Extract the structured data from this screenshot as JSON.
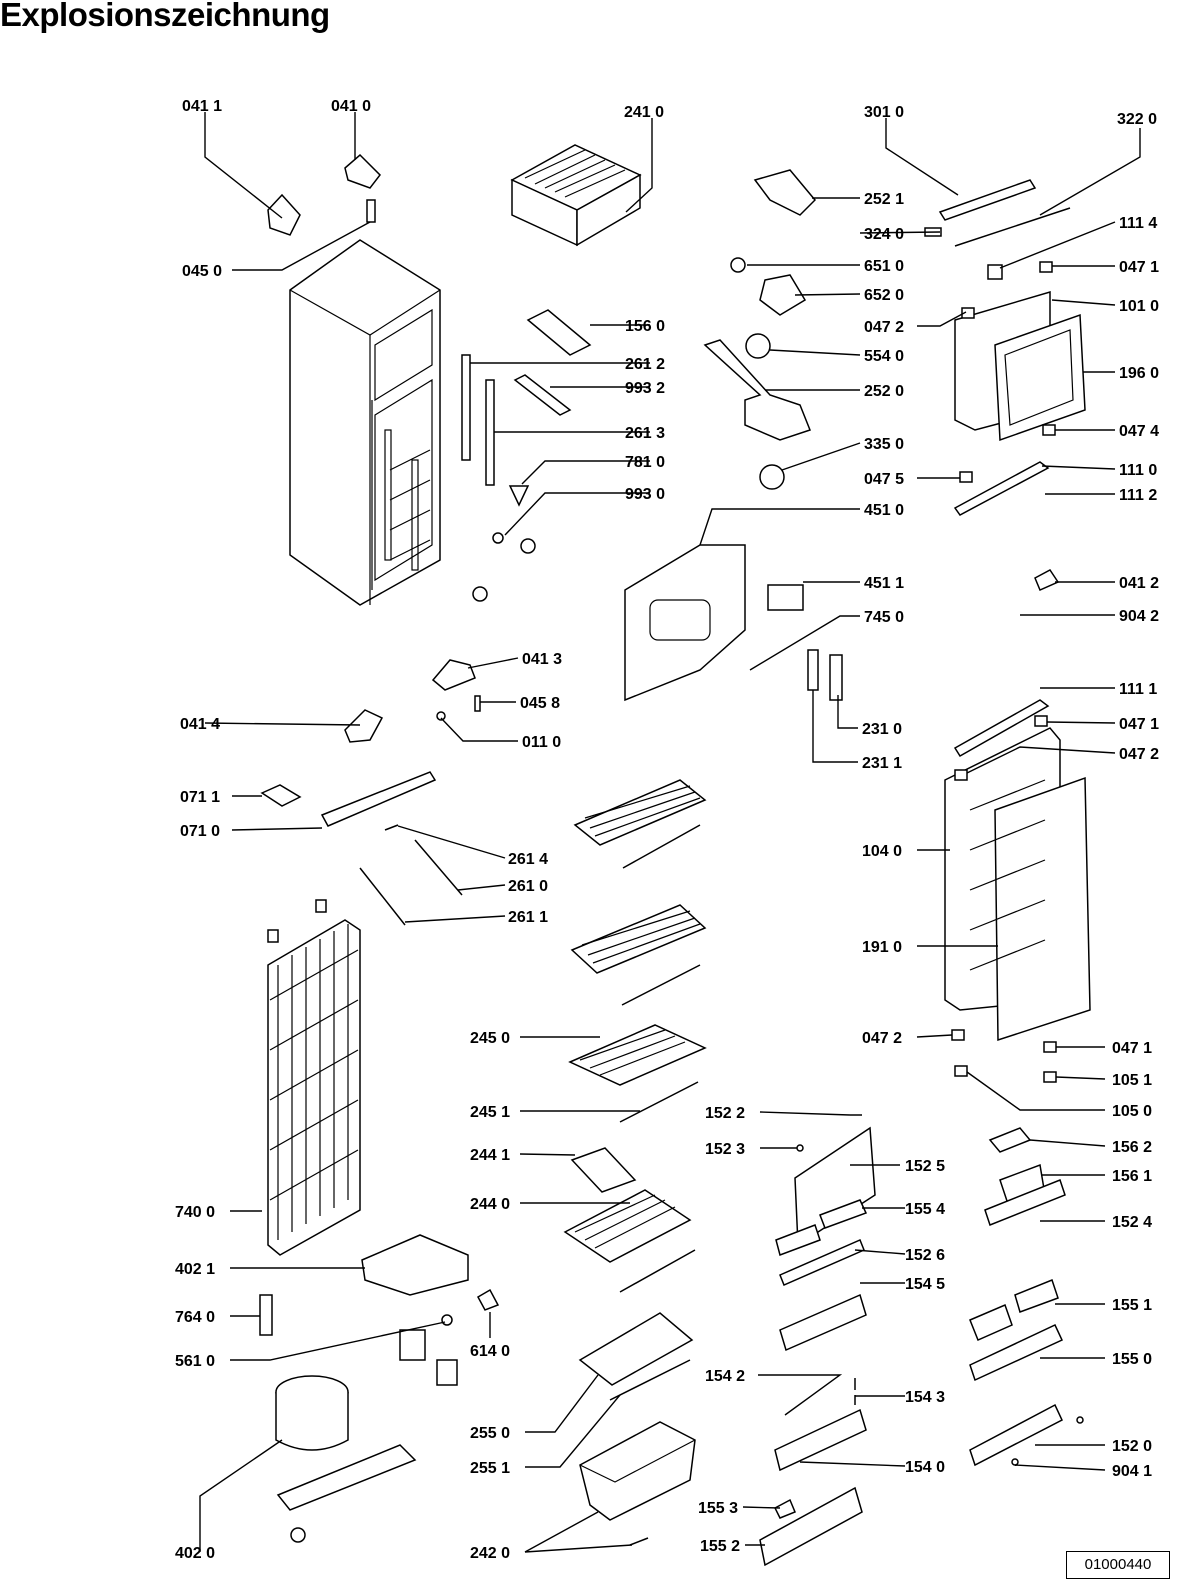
{
  "title": "Explosionszeichnung",
  "reference_number": "01000440",
  "parts": [
    {
      "id": "p0411",
      "label": "041 1"
    },
    {
      "id": "p0410",
      "label": "041 0"
    },
    {
      "id": "p2410",
      "label": "241 0"
    },
    {
      "id": "p3010",
      "label": "301 0"
    },
    {
      "id": "p3220",
      "label": "322 0"
    },
    {
      "id": "p2521",
      "label": "252 1"
    },
    {
      "id": "p3240",
      "label": "324 0"
    },
    {
      "id": "p1114",
      "label": "111 4"
    },
    {
      "id": "p0450",
      "label": "045 0"
    },
    {
      "id": "p6510",
      "label": "651 0"
    },
    {
      "id": "p0471a",
      "label": "047 1"
    },
    {
      "id": "p6520",
      "label": "652 0"
    },
    {
      "id": "p0472a",
      "label": "047 2"
    },
    {
      "id": "p1010",
      "label": "101 0"
    },
    {
      "id": "p1560",
      "label": "156 0"
    },
    {
      "id": "p5540",
      "label": "554 0"
    },
    {
      "id": "p2612",
      "label": "261 2"
    },
    {
      "id": "p2520",
      "label": "252 0"
    },
    {
      "id": "p1960",
      "label": "196 0"
    },
    {
      "id": "p9932",
      "label": "993 2"
    },
    {
      "id": "p2613",
      "label": "261 3"
    },
    {
      "id": "p0474",
      "label": "047 4"
    },
    {
      "id": "p3350",
      "label": "335 0"
    },
    {
      "id": "p7810",
      "label": "781 0"
    },
    {
      "id": "p0475",
      "label": "047 5"
    },
    {
      "id": "p1110",
      "label": "111 0"
    },
    {
      "id": "p9930",
      "label": "993 0"
    },
    {
      "id": "p1112",
      "label": "111 2"
    },
    {
      "id": "p4510",
      "label": "451 0"
    },
    {
      "id": "p4511",
      "label": "451 1"
    },
    {
      "id": "p0412",
      "label": "041 2"
    },
    {
      "id": "p7450",
      "label": "745 0"
    },
    {
      "id": "p9042",
      "label": "904 2"
    },
    {
      "id": "p0413",
      "label": "041 3"
    },
    {
      "id": "p1111",
      "label": "111 1"
    },
    {
      "id": "p0458",
      "label": "045 8"
    },
    {
      "id": "p0414",
      "label": "041 4"
    },
    {
      "id": "p2310",
      "label": "231 0"
    },
    {
      "id": "p0471b",
      "label": "047 1"
    },
    {
      "id": "p0110",
      "label": "011 0"
    },
    {
      "id": "p2311",
      "label": "231 1"
    },
    {
      "id": "p0472b",
      "label": "047 2"
    },
    {
      "id": "p0711",
      "label": "071 1"
    },
    {
      "id": "p0710",
      "label": "071 0"
    },
    {
      "id": "p1040",
      "label": "104 0"
    },
    {
      "id": "p2614",
      "label": "261 4"
    },
    {
      "id": "p2610",
      "label": "261 0"
    },
    {
      "id": "p2611",
      "label": "261 1"
    },
    {
      "id": "p1910",
      "label": "191 0"
    },
    {
      "id": "p2450",
      "label": "245 0"
    },
    {
      "id": "p0472c",
      "label": "047 2"
    },
    {
      "id": "p0471c",
      "label": "047 1"
    },
    {
      "id": "p1051",
      "label": "105 1"
    },
    {
      "id": "p2451",
      "label": "245 1"
    },
    {
      "id": "p1522",
      "label": "152 2"
    },
    {
      "id": "p1050",
      "label": "105 0"
    },
    {
      "id": "p1523",
      "label": "152 3"
    },
    {
      "id": "p1562",
      "label": "156 2"
    },
    {
      "id": "p2441",
      "label": "244 1"
    },
    {
      "id": "p1525",
      "label": "152 5"
    },
    {
      "id": "p1561",
      "label": "156 1"
    },
    {
      "id": "p7400",
      "label": "740 0"
    },
    {
      "id": "p2440",
      "label": "244 0"
    },
    {
      "id": "p1554",
      "label": "155 4"
    },
    {
      "id": "p1524",
      "label": "152 4"
    },
    {
      "id": "p1526",
      "label": "152 6"
    },
    {
      "id": "p4021",
      "label": "402 1"
    },
    {
      "id": "p1545",
      "label": "154 5"
    },
    {
      "id": "p7640",
      "label": "764 0"
    },
    {
      "id": "p1551",
      "label": "155 1"
    },
    {
      "id": "p6140",
      "label": "614 0"
    },
    {
      "id": "p5610",
      "label": "561 0"
    },
    {
      "id": "p1550",
      "label": "155 0"
    },
    {
      "id": "p1542",
      "label": "154 2"
    },
    {
      "id": "p1543",
      "label": "154 3"
    },
    {
      "id": "p2550",
      "label": "255 0"
    },
    {
      "id": "p1520",
      "label": "152 0"
    },
    {
      "id": "p2551",
      "label": "255 1"
    },
    {
      "id": "p1540",
      "label": "154 0"
    },
    {
      "id": "p9041",
      "label": "904 1"
    },
    {
      "id": "p1553",
      "label": "155 3"
    },
    {
      "id": "p4020",
      "label": "402 0"
    },
    {
      "id": "p2420",
      "label": "242 0"
    },
    {
      "id": "p1552",
      "label": "155 2"
    }
  ]
}
